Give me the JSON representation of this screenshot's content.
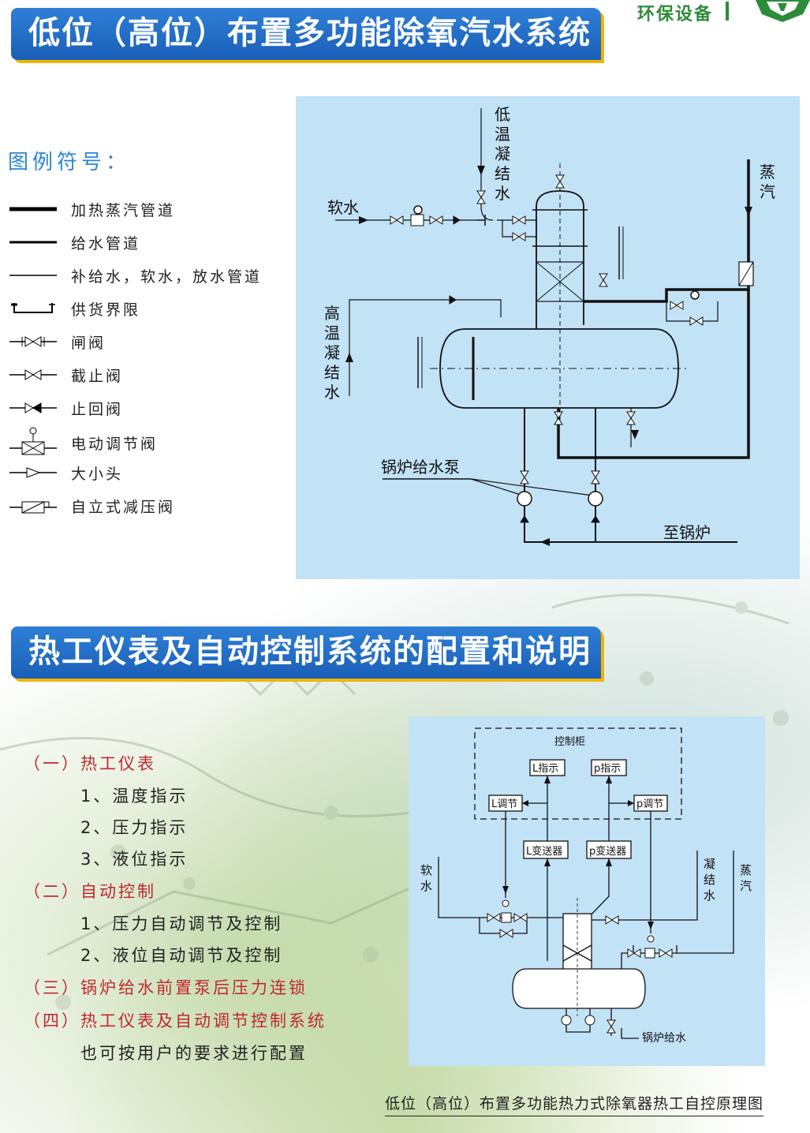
{
  "header": {
    "title1": "低位（高位）布置多功能除氧汽水系统",
    "brand_text": "环保设备",
    "title2": "热工仪表及自动控制系统的配置和说明"
  },
  "legend": {
    "title": "图例符号：",
    "items": [
      {
        "label": "加热蒸汽管道",
        "icon": "thick-line-icon"
      },
      {
        "label": "给水管道",
        "icon": "medium-line-icon"
      },
      {
        "label": "补给水，软水，放水管道",
        "icon": "thin-line-icon"
      },
      {
        "label": "供货界限",
        "icon": "supply-boundary-icon"
      },
      {
        "label": "闸阀",
        "icon": "gate-valve-icon"
      },
      {
        "label": "截止阀",
        "icon": "globe-valve-icon"
      },
      {
        "label": "止回阀",
        "icon": "check-valve-icon"
      },
      {
        "label": "电动调节阀",
        "icon": "motorized-valve-icon"
      },
      {
        "label": "大小头",
        "icon": "reducer-icon"
      },
      {
        "label": "自立式减压阀",
        "icon": "pressure-reducing-valve-icon"
      }
    ]
  },
  "diagram1": {
    "low_temp_condensate": [
      "低",
      "温",
      "凝",
      "结",
      "水"
    ],
    "steam": [
      "蒸",
      "汽"
    ],
    "soft_water": "软水",
    "high_temp_condensate": [
      "高",
      "温",
      "凝",
      "结",
      "水"
    ],
    "feed_pump": "锅炉给水泵",
    "to_boiler": "至锅炉"
  },
  "instruments": {
    "sections": [
      {
        "title": "（一）热工仪表",
        "items": [
          "1、温度指示",
          "2、压力指示",
          "3、液位指示"
        ]
      },
      {
        "title": "（二）自动控制",
        "items": [
          "1、压力自动调节及控制",
          "2、液位自动调节及控制"
        ]
      },
      {
        "title": "（三）锅炉给水前置泵后压力连锁",
        "items": []
      },
      {
        "title": "（四）热工仪表及自动调节控制系统",
        "items": [
          "也可按用户的要求进行配置"
        ]
      }
    ]
  },
  "diagram2": {
    "cabinet": "控制柜",
    "l_indicator": "L指示",
    "p_indicator": "p指示",
    "l_regulator": "L调节",
    "p_regulator": "p调节",
    "l_transmitter": "L变送器",
    "p_transmitter": "p变送器",
    "soft_water": [
      "软",
      "水"
    ],
    "condensate": [
      "凝",
      "结",
      "水"
    ],
    "steam": [
      "蒸",
      "汽"
    ],
    "boiler_feed": "锅炉给水"
  },
  "caption": "低位（高位）布置多功能热力式除氧器热工自控原理图"
}
